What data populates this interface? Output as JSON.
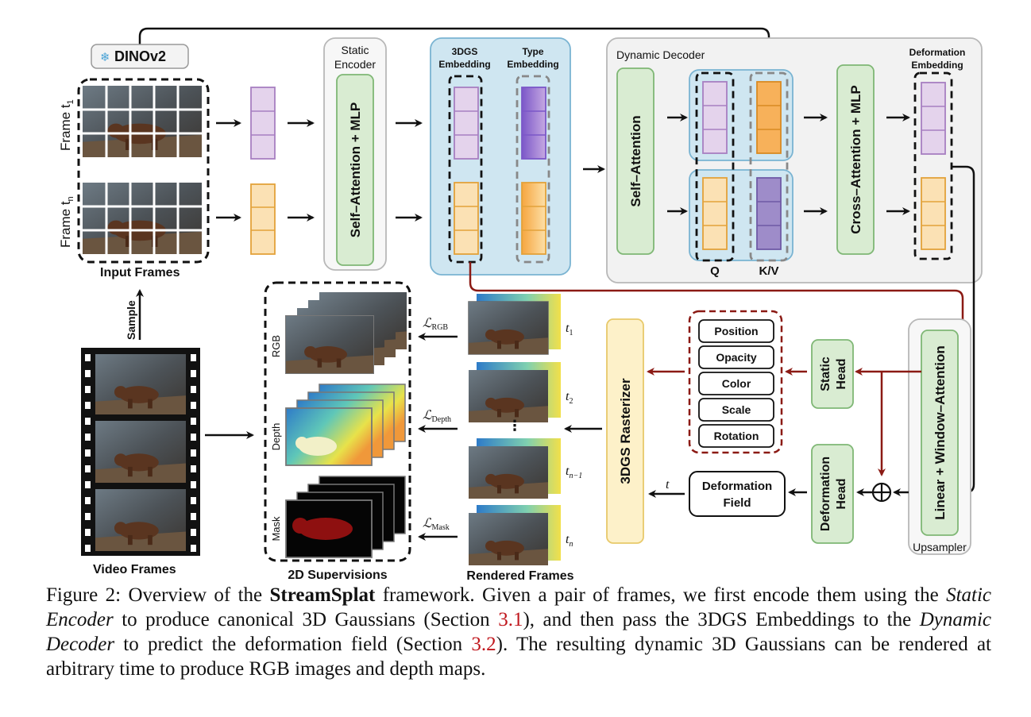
{
  "diagram": {
    "dino_label": "DINOv2",
    "frame_t1_label": "Frame t",
    "frame_t1_sub": "1",
    "frame_tn_label": "Frame t",
    "frame_tn_sub": "n",
    "input_frames_label": "Input Frames",
    "sample_label": "Sample",
    "video_frames_label": "Video Frames",
    "static_encoder_title_1": "Static",
    "static_encoder_title_2": "Encoder",
    "self_attn_mlp": "Self–Attention + MLP",
    "gs_embedding_1": "3DGS",
    "gs_embedding_2": "Embedding",
    "type_embedding_1": "Type",
    "type_embedding_2": "Embedding",
    "dynamic_decoder_title": "Dynamic Decoder",
    "self_attention": "Self–Attention",
    "q_label": "Q",
    "kv_label": "K/V",
    "cross_attn_mlp": "Cross–Attention + MLP",
    "deformation_embedding_1": "Deformation",
    "deformation_embedding_2": "Embedding",
    "supervisions_label": "2D Supervisions",
    "rgb_label": "RGB",
    "depth_label": "Depth",
    "mask_label": "Mask",
    "loss_rgb_main": "ℒ",
    "loss_rgb_sub": "RGB",
    "loss_depth_main": "ℒ",
    "loss_depth_sub": "Depth",
    "loss_mask_main": "ℒ",
    "loss_mask_sub": "Mask",
    "rendered_frames_label": "Rendered Frames",
    "t1_main": "t",
    "t1_sub": "1",
    "t2_main": "t",
    "t2_sub": "2",
    "tn1_main": "t",
    "tn1_sub": "n−1",
    "tn_main": "t",
    "tn_sub": "n",
    "ellipsis": "⋮",
    "rasterizer": "3DGS Rasterizer",
    "attr_position": "Position",
    "attr_opacity": "Opacity",
    "attr_color": "Color",
    "attr_scale": "Scale",
    "attr_rotation": "Rotation",
    "static_head_1": "Static",
    "static_head_2": "Head",
    "deformation_head_1": "Deformation",
    "deformation_head_2": "Head",
    "deformation_field_1": "Deformation",
    "deformation_field_2": "Field",
    "t_label": "t",
    "linear_window_attn": "Linear + Window–Attention",
    "upsampler": "Upsampler",
    "oplus": "⊕"
  },
  "caption": {
    "figure_label": "Figure 2:",
    "p1": " Overview of the ",
    "name": "StreamSplat",
    "p2": " framework. Given a pair of frames, we first encode them using the ",
    "static_encoder": "Static Encoder",
    "p3": " to produce canonical 3D Gaussians (Section ",
    "ref1": "3.1",
    "p4": "), and then pass the 3DGS Embeddings to the ",
    "dynamic_decoder": "Dynamic Decoder",
    "p5": " to predict the deformation field (Section ",
    "ref2": "3.2",
    "p6": "). The resulting dynamic 3D Gaussians can be rendered at arbitrary time to produce RGB images and depth maps."
  },
  "colors": {
    "green_fill": "#d9ecd2",
    "green_stroke": "#7fb775",
    "blue_fill": "#cfe6f1",
    "blue_stroke": "#7ab4d2",
    "purple_light": "#e4d3ec",
    "purple_stroke": "#a77fc1",
    "orange_fill": "#fbe1b4",
    "orange_stroke": "#e3a23a",
    "dark_red": "#8b1a14",
    "yellow_fill": "#fdf1c9"
  }
}
